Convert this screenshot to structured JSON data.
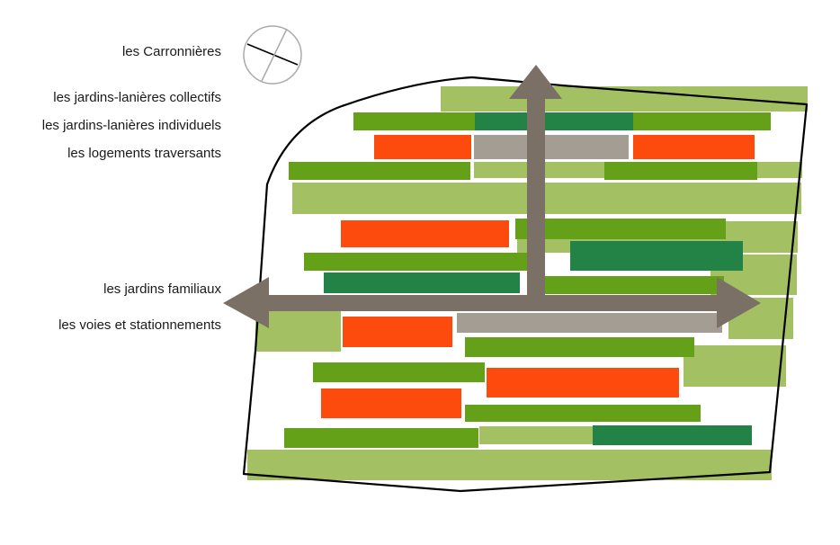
{
  "legend": {
    "carronnieres": "les Carronnières",
    "jardins_collectifs": "les jardins-lanières collectifs",
    "jardins_individuels": "les jardins-lanières individuels",
    "logements": "les logements traversants",
    "jardins_familiaux": "les jardins familiaux",
    "voies": "les voies et stationnements"
  },
  "colors": {
    "light_green": "#a3c062",
    "mid_green": "#64a018",
    "dark_green": "#238347",
    "orange": "#fd4a0d",
    "grey": "#a49d94",
    "arrow": "#7a7065",
    "outline": "#000000"
  }
}
